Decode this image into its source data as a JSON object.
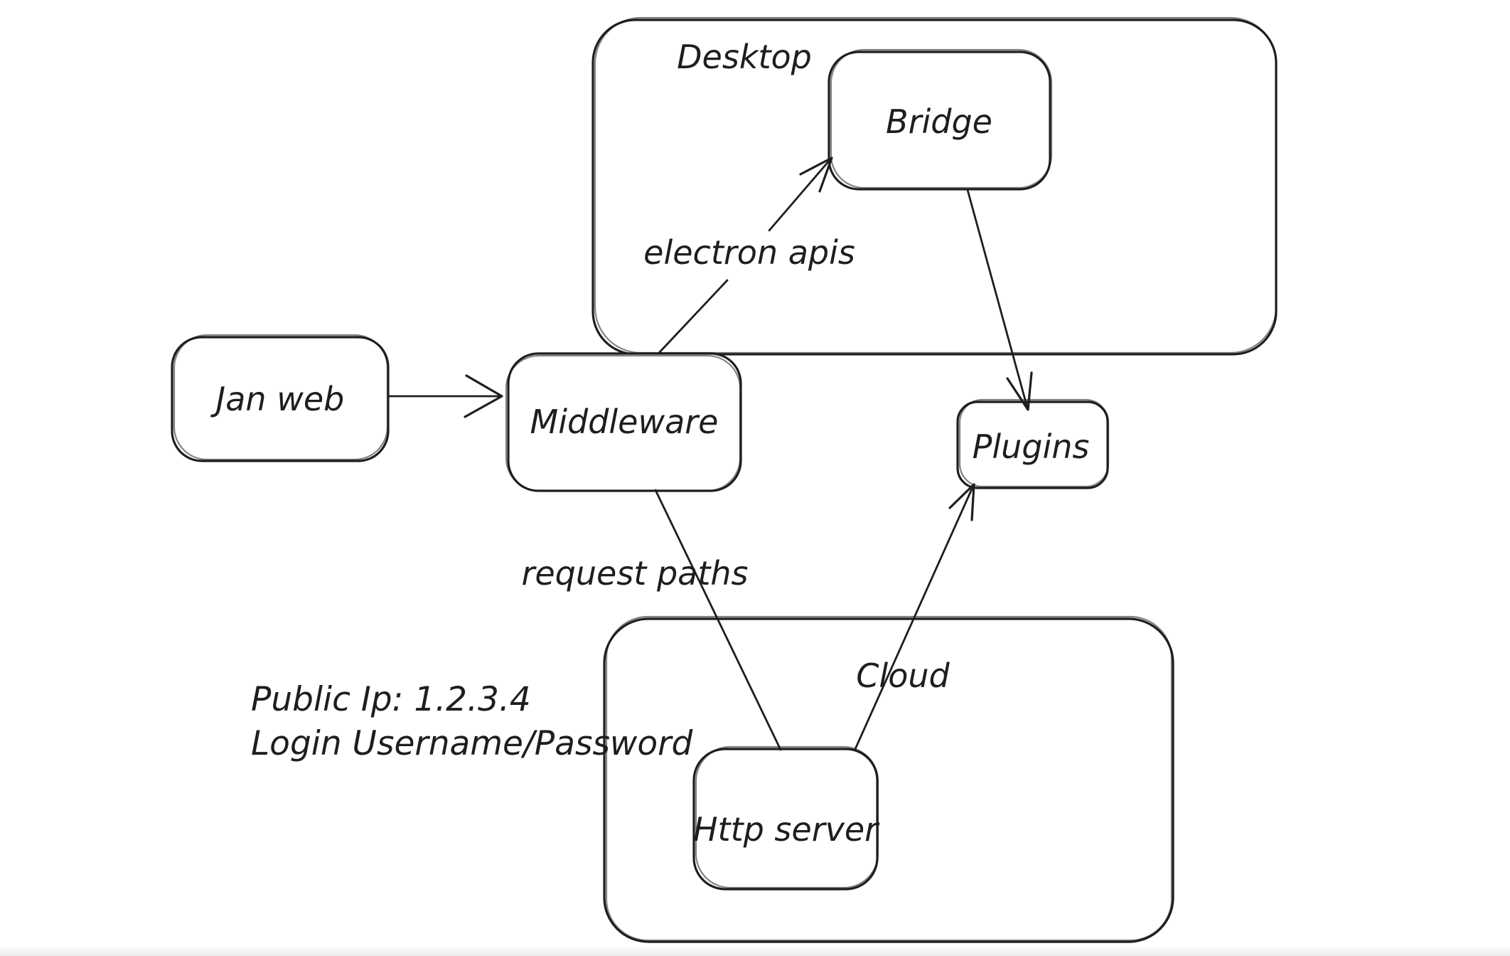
{
  "app": {
    "background": "#ffffff",
    "stroke_color": "#1e1e1e"
  },
  "diagram": {
    "groups": {
      "desktop": {
        "label": "Desktop"
      },
      "cloud": {
        "label": "Cloud"
      }
    },
    "nodes": {
      "jan_web": {
        "label": "Jan web"
      },
      "middleware": {
        "label": "Middleware"
      },
      "bridge": {
        "label": "Bridge"
      },
      "plugins": {
        "label": "Plugins"
      },
      "http_server": {
        "label": "Http server"
      }
    },
    "edges": {
      "jan_web_to_middleware": {
        "source": "Jan web",
        "target": "Middleware",
        "label": ""
      },
      "middleware_to_bridge": {
        "source": "Middleware",
        "target": "Bridge",
        "label": "electron apis"
      },
      "bridge_to_plugins": {
        "source": "Bridge",
        "target": "Plugins",
        "label": ""
      },
      "http_server_to_plugins": {
        "source": "Http server",
        "target": "Plugins",
        "label": ""
      },
      "middleware_to_http_server": {
        "source": "Middleware",
        "target": "Http server",
        "label": "request paths"
      }
    },
    "notes": {
      "line1": "Public Ip: 1.2.3.4",
      "line2": "Login Username/Password"
    }
  }
}
